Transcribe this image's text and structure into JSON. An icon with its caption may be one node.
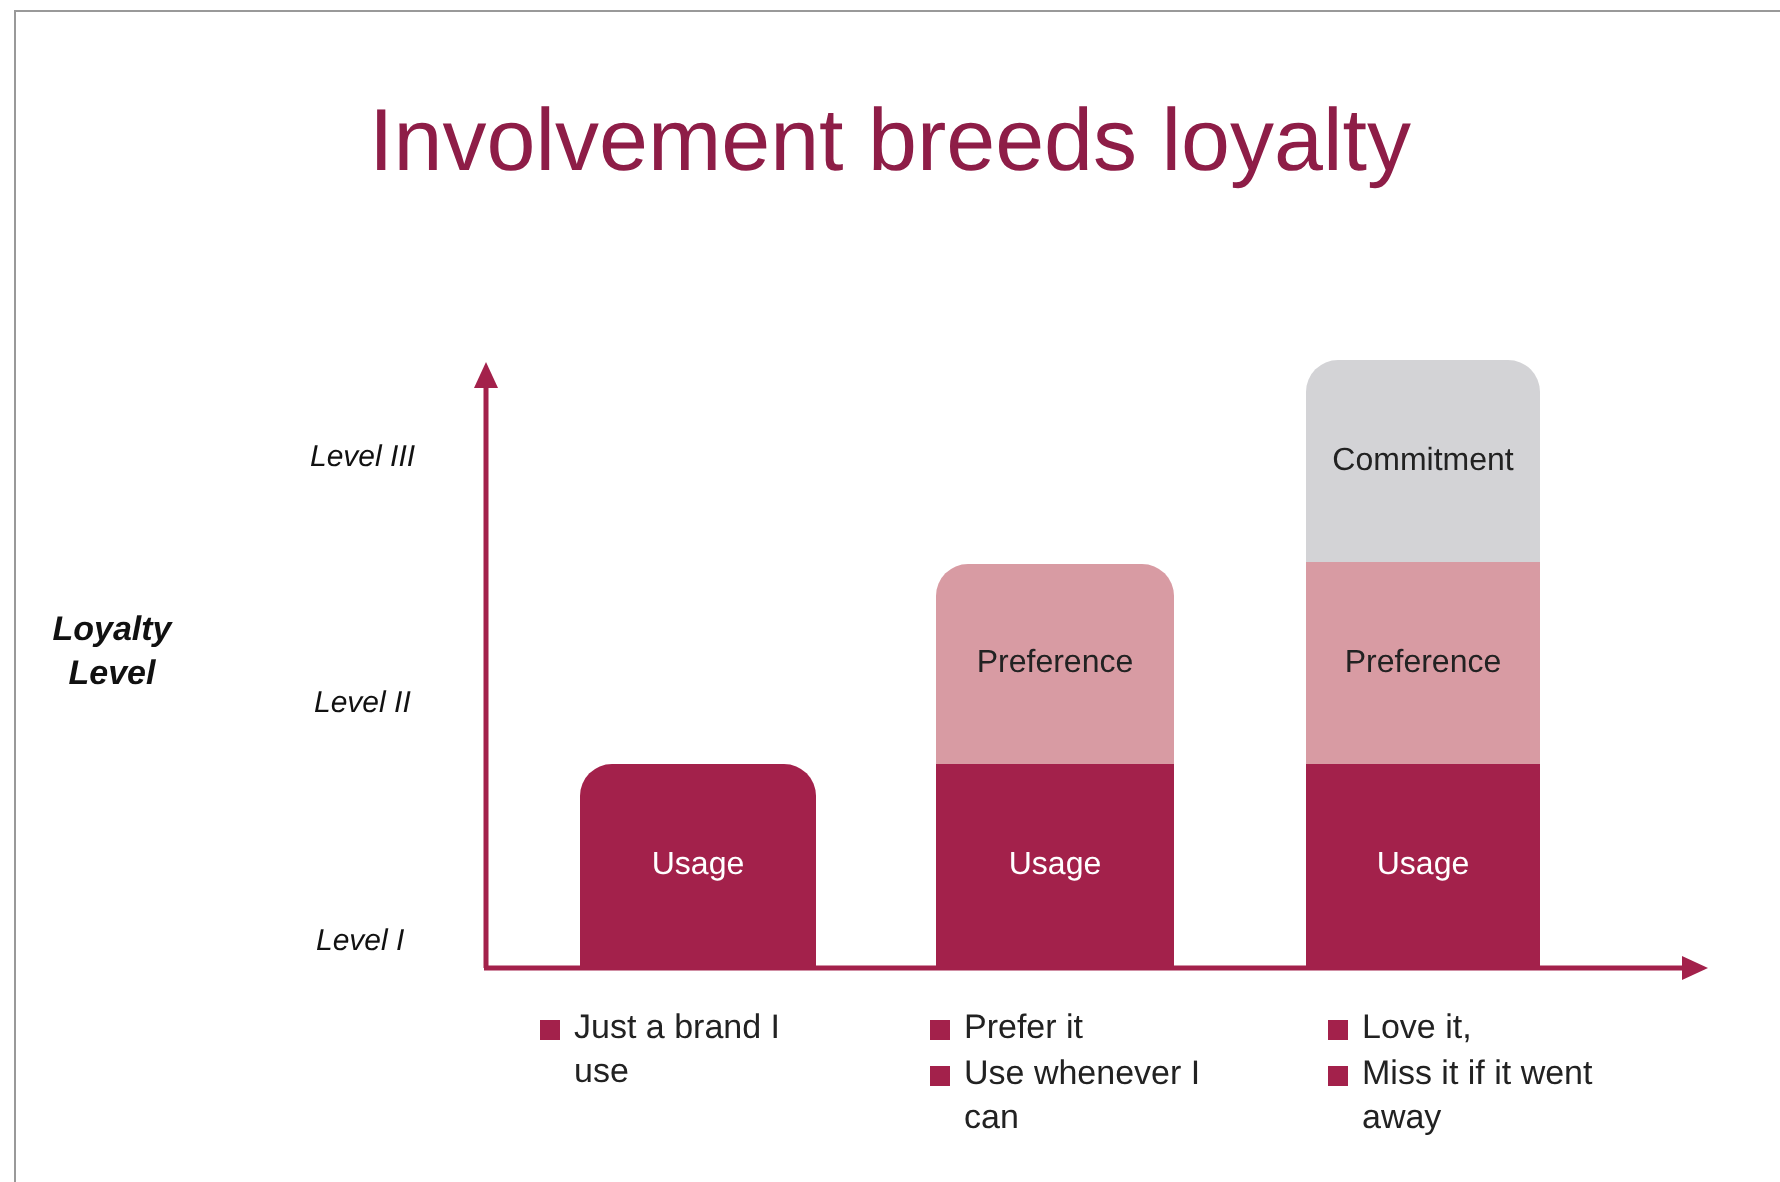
{
  "diagram": {
    "title": "Involvement breeds loyalty",
    "nodes": [
      {
        "text": [
          "Usage"
        ]
      },
      {
        "text": [
          "Preference"
        ]
      },
      {
        "text": [
          "Usage"
        ]
      },
      {
        "text": [
          "Commitment"
        ]
      },
      {
        "text": [
          "Preference"
        ]
      },
      {
        "text": [
          "Usage"
        ]
      }
    ],
    "labels": [
      "Level III",
      "Loyalty Level",
      "Level II",
      "Level I",
      "Just a brand I use",
      "Prefer it",
      "Use whenever I can",
      "Love it,",
      "Miss it if it went away"
    ]
  }
}
